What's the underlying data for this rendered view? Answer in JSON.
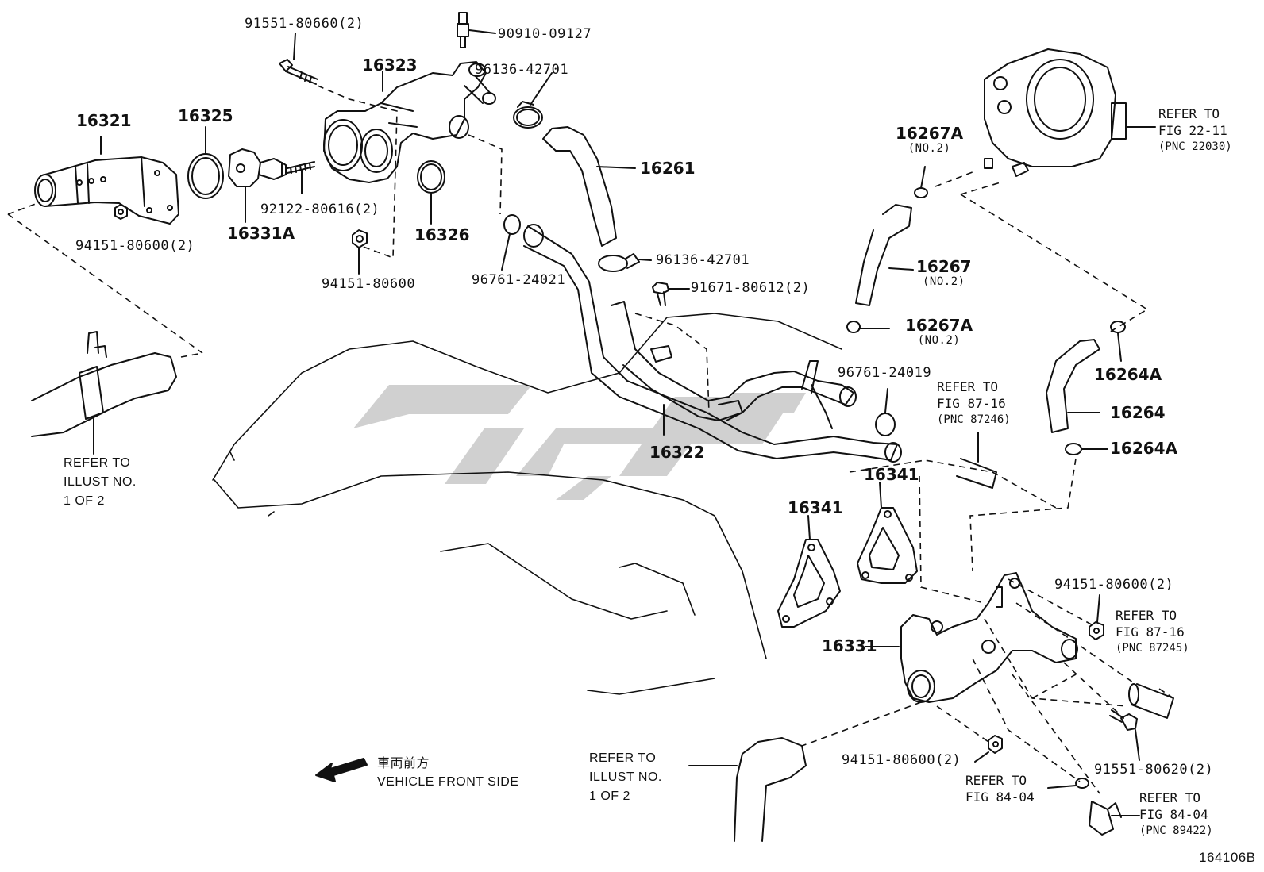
{
  "labels": {
    "p91551_80660": "91551-80660(2)",
    "p90910_09127": "90910-09127",
    "p16323": "16323",
    "p96136_42701_top": "96136-42701",
    "p16321": "16321",
    "p16325": "16325",
    "p16261": "16261",
    "p92122_80616": "92122-80616(2)",
    "p16331A": "16331A",
    "p16326": "16326",
    "p94151_80600_2_left": "94151-80600(2)",
    "p94151_80600": "94151-80600",
    "p96761_24021": "96761-24021",
    "p96136_42701_mid": "96136-42701",
    "p91671_80612": "91671-80612(2)",
    "p16267A_top": "16267A",
    "p16267A_top_sub": "(NO.2)",
    "p16267": "16267",
    "p16267_sub": "(NO.2)",
    "p16267A_mid": "16267A",
    "p16267A_mid_sub": "(NO.2)",
    "p96761_24019": "96761-24019",
    "p16322": "16322",
    "p16341_a": "16341",
    "p16341_b": "16341",
    "p16264A_top": "16264A",
    "p16264": "16264",
    "p16264A_bot": "16264A",
    "p16331": "16331",
    "p94151_80600_2_right": "94151-80600(2)",
    "p94151_80600_2_bottom": "94151-80600(2)",
    "p91551_80620": "91551-80620(2)",
    "diagram_id": "164106B"
  },
  "refs": {
    "fig22_11": [
      "REFER TO",
      "FIG 22-11",
      "(PNC 22030)"
    ],
    "fig87_16_a": [
      "REFER TO",
      "FIG 87-16",
      "(PNC 87246)"
    ],
    "fig87_16_b": [
      "REFER TO",
      "FIG 87-16",
      "(PNC 87245)"
    ],
    "fig84_04_a": [
      "REFER TO",
      "FIG 84-04"
    ],
    "fig84_04_b": [
      "REFER TO",
      "FIG 84-04",
      "(PNC 89422)"
    ],
    "illust_left": [
      "REFER TO",
      "ILLUST NO.",
      "1 OF 2"
    ],
    "illust_bottom": [
      "REFER TO",
      "ILLUST NO.",
      "1 OF 2"
    ]
  },
  "front": {
    "japanese": "車両前方",
    "english": "VEHICLE FRONT SIDE"
  },
  "colors": {
    "ink": "#111111",
    "watermark": "#c8c8c8"
  }
}
